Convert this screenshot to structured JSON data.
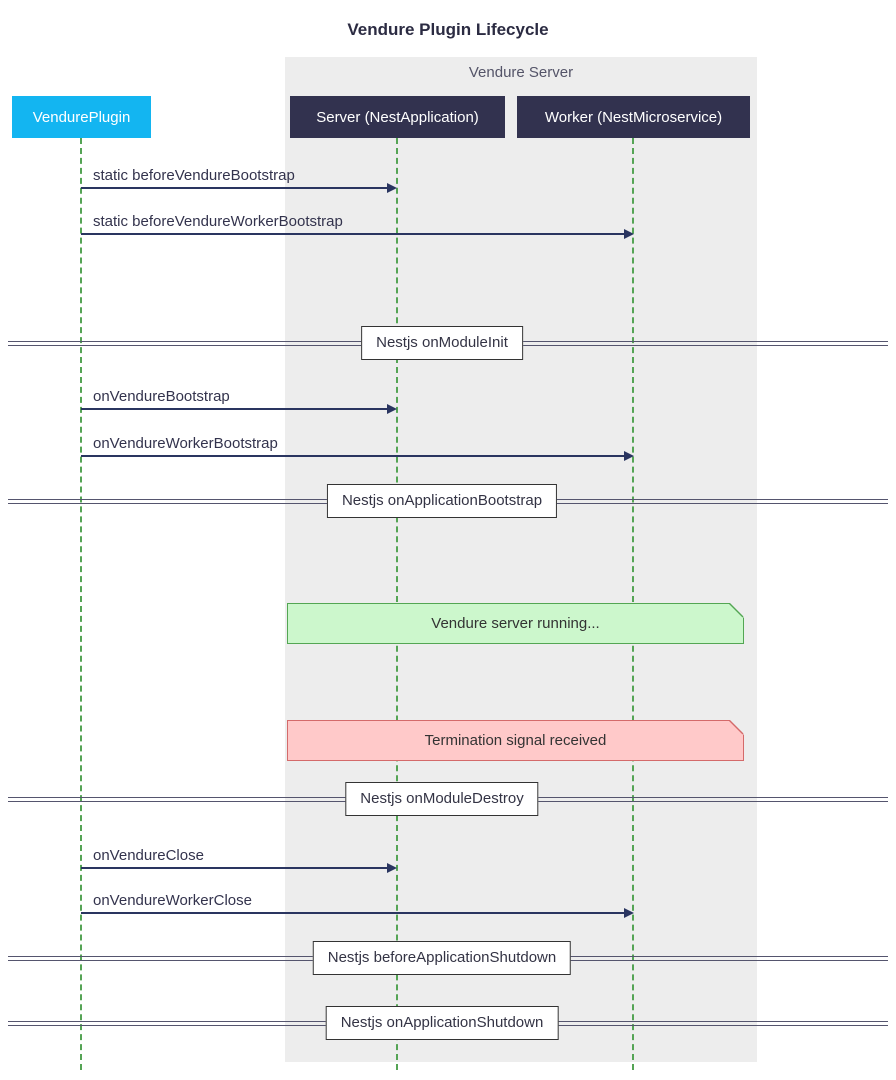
{
  "title": "Vendure Plugin Lifecycle",
  "group": {
    "label": "Vendure Server"
  },
  "actors": {
    "plugin": {
      "label": "VendurePlugin"
    },
    "server": {
      "label": "Server (NestApplication)"
    },
    "worker": {
      "label": "Worker (NestMicroservice)"
    }
  },
  "messages": [
    {
      "label": "static beforeVendureBootstrap",
      "from": "VendurePlugin",
      "to": "Server (NestApplication)"
    },
    {
      "label": "static beforeVendureWorkerBootstrap",
      "from": "VendurePlugin",
      "to": "Worker (NestMicroservice)"
    },
    {
      "label": "onVendureBootstrap",
      "from": "VendurePlugin",
      "to": "Server (NestApplication)"
    },
    {
      "label": "onVendureWorkerBootstrap",
      "from": "VendurePlugin",
      "to": "Worker (NestMicroservice)"
    },
    {
      "label": "onVendureClose",
      "from": "VendurePlugin",
      "to": "Server (NestApplication)"
    },
    {
      "label": "onVendureWorkerClose",
      "from": "VendurePlugin",
      "to": "Worker (NestMicroservice)"
    }
  ],
  "dividers": [
    {
      "label": "Nestjs onModuleInit"
    },
    {
      "label": "Nestjs onApplicationBootstrap"
    },
    {
      "label": "Nestjs onModuleDestroy"
    },
    {
      "label": "Nestjs beforeApplicationShutdown"
    },
    {
      "label": "Nestjs onApplicationShutdown"
    }
  ],
  "notes": [
    {
      "label": "Vendure server running...",
      "type": "success"
    },
    {
      "label": "Termination signal received",
      "type": "danger"
    }
  ],
  "colors": {
    "title-text": "#2b2b42",
    "group-bg": "#ededed",
    "group-text": "#545468",
    "plugin-fill": "#13b5f1",
    "actor-fill": "#32324f",
    "lifeline": "#55a455",
    "arrow": "#2a3560",
    "msg-text": "#33334d",
    "divider-line": "#55556e",
    "divider-border": "#333333",
    "divider-text": "#333344",
    "note-text": "#333333",
    "note-green-bg": "#ccf7cc",
    "note-green-border": "#53a653",
    "note-red-bg": "#ffc9c9",
    "note-red-border": "#d46a6a"
  }
}
